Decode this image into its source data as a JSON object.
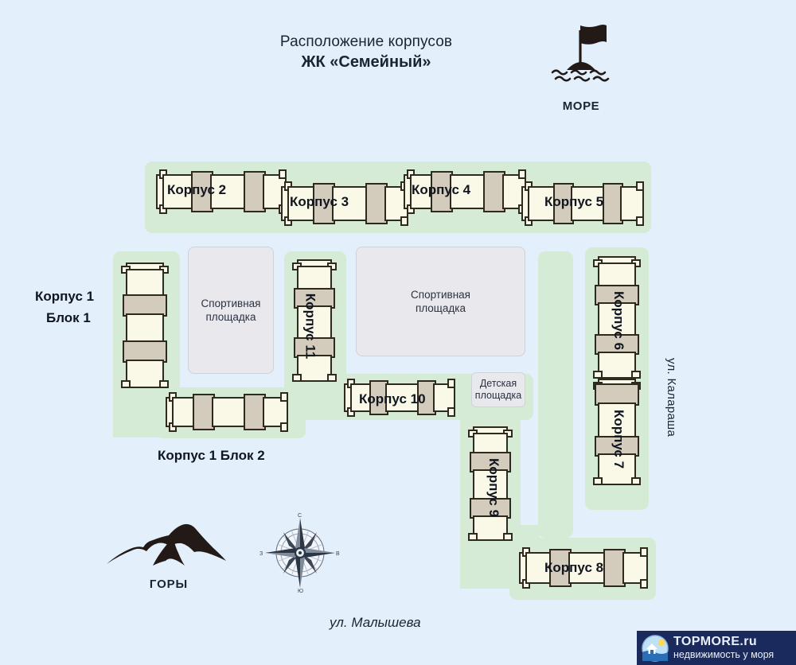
{
  "title": {
    "line1": "Расположение корпусов",
    "line2": "ЖК «Семейный»"
  },
  "markers": {
    "sea": {
      "label": "МОРЕ",
      "icon": "sea-flag-icon"
    },
    "mountains": {
      "label": "ГОРЫ",
      "icon": "mountains-icon"
    },
    "compass": {
      "icon": "compass-rose-icon",
      "north": "С",
      "south": "Ю",
      "east": "В",
      "west": "З"
    }
  },
  "streets": {
    "right": "ул. Калараша",
    "bottom": "ул. Малышева"
  },
  "amenities": [
    {
      "name": "sport-ground-1",
      "label": "Спортивная\nплощадка",
      "l1": "Спортивная",
      "l2": "площадка"
    },
    {
      "name": "sport-ground-2",
      "label": "Спортивная\nплощадка",
      "l1": "Спортивная",
      "l2": "площадка"
    },
    {
      "name": "kids-ground",
      "label": "Детская\nплощадка",
      "l1": "Детская",
      "l2": "площадка"
    }
  ],
  "buildings": [
    {
      "id": "korpus-2",
      "label": "Корпус 2"
    },
    {
      "id": "korpus-3",
      "label": "Корпус 3"
    },
    {
      "id": "korpus-4",
      "label": "Корпус 4"
    },
    {
      "id": "korpus-5",
      "label": "Корпус 5"
    },
    {
      "id": "korpus-6",
      "label": "Корпус 6"
    },
    {
      "id": "korpus-7",
      "label": "Корпус 7"
    },
    {
      "id": "korpus-8",
      "label": "Корпус 8"
    },
    {
      "id": "korpus-9",
      "label": "Корпус 9"
    },
    {
      "id": "korpus-10",
      "label": "Корпус 10"
    },
    {
      "id": "korpus-11",
      "label": "Корпус 11"
    },
    {
      "id": "korpus-1-blok-1",
      "label_line1": "Корпус 1",
      "label_line2": "Блок 1"
    },
    {
      "id": "korpus-1-blok-2",
      "label": "Корпус 1 Блок 2"
    }
  ],
  "watermark": {
    "brand": "TOPMORE.ru",
    "tagline": "недвижимость у моря",
    "logo": "house-sea-logo-icon"
  },
  "colors": {
    "background": "#e3f0fb",
    "zone_green": "#d6ebd6",
    "building_light": "#faf8e6",
    "building_dark": "#d3ccbd",
    "outline": "#2e2a20",
    "amenity_grey": "#e9e9ed",
    "watermark_bg": "#1b2a5c"
  }
}
